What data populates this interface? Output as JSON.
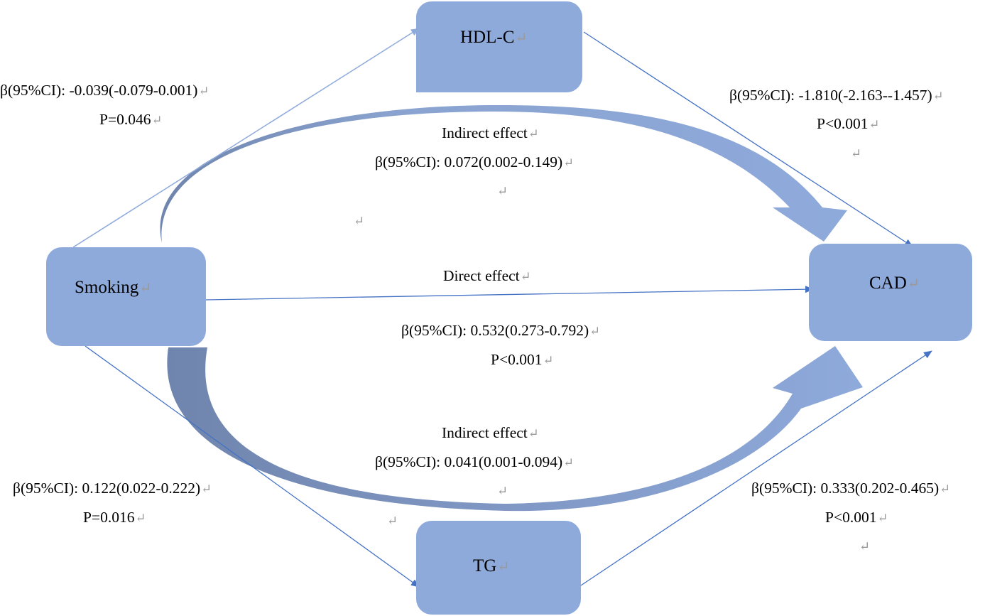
{
  "nodes": {
    "smoking": "Smoking",
    "hdl": "HDL-C",
    "tg": "TG",
    "cad": "CAD"
  },
  "paragraph_mark": "↵",
  "colors": {
    "node_fill": "#8eaadb",
    "node_fill_dark": "#7a8fb8",
    "big_arrow_light": "#8eaadb",
    "big_arrow_dark": "#6f85ad",
    "line": "#4472c4",
    "line_light": "#8eaadb"
  },
  "paths": {
    "smoking_to_hdl": {
      "beta": "β(95%CI): -0.039(-0.079-0.001)",
      "p": "P=0.046"
    },
    "hdl_to_cad": {
      "beta": "β(95%CI): -1.810(-2.163--1.457)",
      "p": "P<0.001"
    },
    "smoking_to_tg": {
      "beta": "β(95%CI): 0.122(0.022-0.222)",
      "p": "P=0.016"
    },
    "tg_to_cad": {
      "beta": "β(95%CI): 0.333(0.202-0.465)",
      "p": "P<0.001"
    },
    "indirect_hdl": {
      "label": "Indirect effect",
      "beta": "β(95%CI): 0.072(0.002-0.149)"
    },
    "direct": {
      "label": "Direct effect",
      "beta": "β(95%CI): 0.532(0.273-0.792)",
      "p": "P<0.001"
    },
    "indirect_tg": {
      "label": "Indirect effect",
      "beta": "β(95%CI): 0.041(0.001-0.094)"
    }
  }
}
